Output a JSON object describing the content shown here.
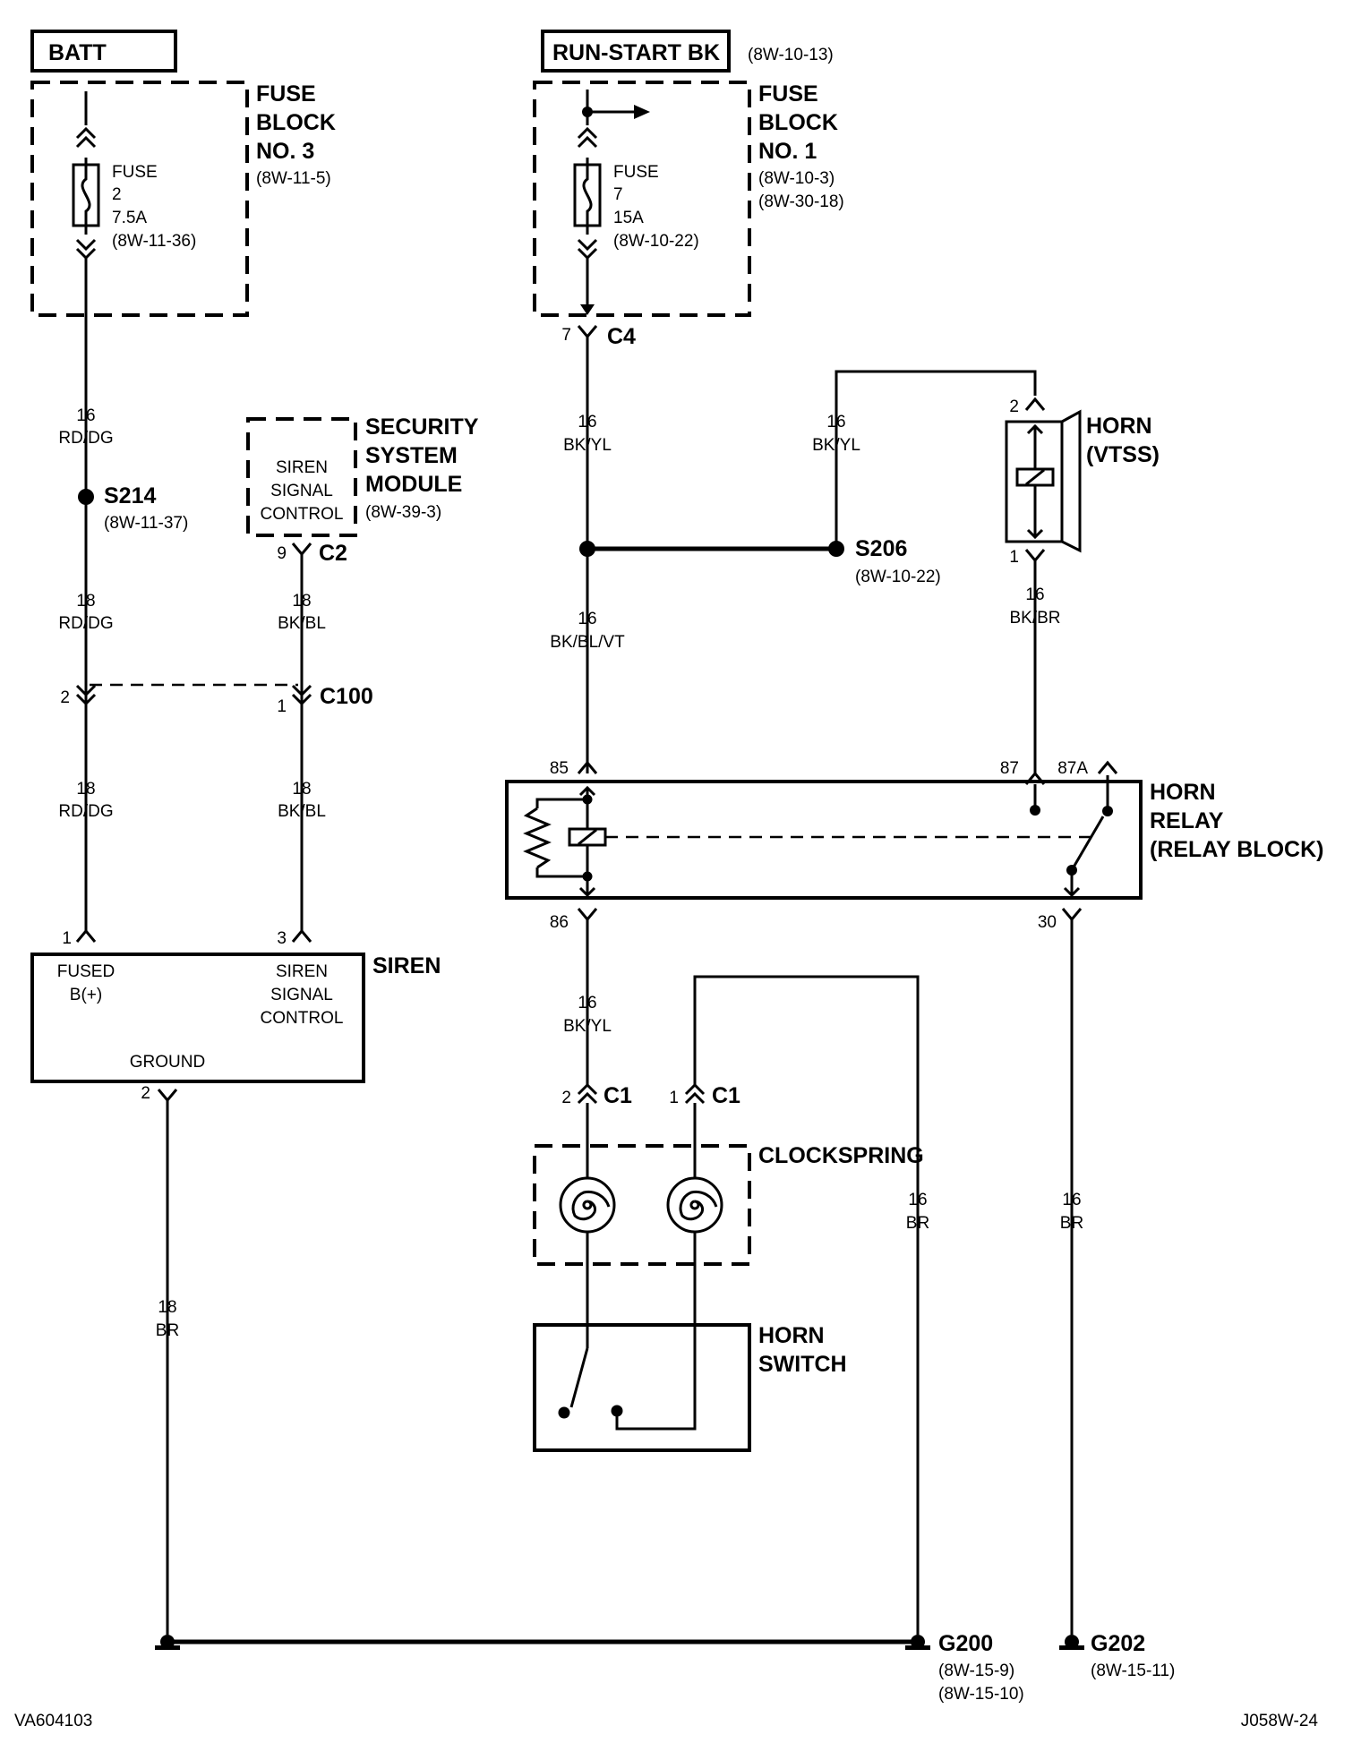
{
  "batt": {
    "title": "BATT"
  },
  "fuse_block3": {
    "title_l1": "FUSE",
    "title_l2": "BLOCK",
    "title_l3": "NO. 3",
    "ref": "(8W-11-5)",
    "fuse_l1": "FUSE",
    "fuse_l2": "2",
    "fuse_l3": "7.5A",
    "fuse_l4": "(8W-11-36)"
  },
  "run_start": {
    "title": "RUN-START BK",
    "ref": "(8W-10-13)"
  },
  "fuse_block1": {
    "title_l1": "FUSE",
    "title_l2": "BLOCK",
    "title_l3": "NO. 1",
    "ref1": "(8W-10-3)",
    "ref2": "(8W-30-18)",
    "fuse_l1": "FUSE",
    "fuse_l2": "7",
    "fuse_l3": "15A",
    "fuse_l4": "(8W-10-22)"
  },
  "c4": {
    "pin": "7",
    "name": "C4"
  },
  "wire_left_top": {
    "gauge": "16",
    "color": "RD/DG"
  },
  "s214": {
    "name": "S214",
    "ref": "(8W-11-37)"
  },
  "wire_left_mid": {
    "gauge": "18",
    "color": "RD/DG"
  },
  "wire_left_low": {
    "gauge": "18",
    "color": "RD/DG"
  },
  "security_module": {
    "l1": "SIREN",
    "l2": "SIGNAL",
    "l3": "CONTROL",
    "title_l1": "SECURITY",
    "title_l2": "SYSTEM",
    "title_l3": "MODULE",
    "ref": "(8W-39-3)"
  },
  "c2": {
    "pin": "9",
    "name": "C2"
  },
  "wire_sec_mid": {
    "gauge": "18",
    "color": "BK/BL"
  },
  "wire_sec_low": {
    "gauge": "18",
    "color": "BK/BL"
  },
  "c100": {
    "name": "C100",
    "pin_left": "2",
    "pin_right": "1"
  },
  "siren": {
    "title": "SIREN",
    "pin1": "1",
    "pin3": "3",
    "pin2": "2",
    "fused_l1": "FUSED",
    "fused_l2": "B(+)",
    "sig_l1": "SIREN",
    "sig_l2": "SIGNAL",
    "sig_l3": "CONTROL",
    "ground": "GROUND"
  },
  "wire_siren_gnd": {
    "gauge": "18",
    "color": "BR"
  },
  "wire_center_top": {
    "gauge": "16",
    "color": "BK/YL"
  },
  "wire_s206_up": {
    "gauge": "16",
    "color": "BK/YL"
  },
  "s206": {
    "name": "S206",
    "ref": "(8W-10-22)"
  },
  "wire_center_mid": {
    "gauge": "16",
    "color": "BK/BL/VT"
  },
  "horn": {
    "title_l1": "HORN",
    "title_l2": "(VTSS)",
    "pin_top": "2",
    "pin_bottom": "1"
  },
  "wire_horn": {
    "gauge": "16",
    "color": "BK/BR"
  },
  "horn_relay": {
    "title_l1": "HORN",
    "title_l2": "RELAY",
    "title_l3": "(RELAY BLOCK)",
    "pin85": "85",
    "pin87": "87",
    "pin87a": "87A",
    "pin86": "86",
    "pin30": "30"
  },
  "wire_center_low": {
    "gauge": "16",
    "color": "BK/YL"
  },
  "c1": {
    "pin_a": "2",
    "name_a": "C1",
    "pin_b": "1",
    "name_b": "C1"
  },
  "clockspring": {
    "title": "CLOCKSPRING"
  },
  "wire_br_mid": {
    "gauge": "16",
    "color": "BR"
  },
  "wire_br_right": {
    "gauge": "16",
    "color": "BR"
  },
  "horn_switch": {
    "title_l1": "HORN",
    "title_l2": "SWITCH"
  },
  "g200": {
    "name": "G200",
    "ref1": "(8W-15-9)",
    "ref2": "(8W-15-10)"
  },
  "g202": {
    "name": "G202",
    "ref": "(8W-15-11)"
  },
  "footer": {
    "left": "VA604103",
    "right": "J058W-24"
  }
}
